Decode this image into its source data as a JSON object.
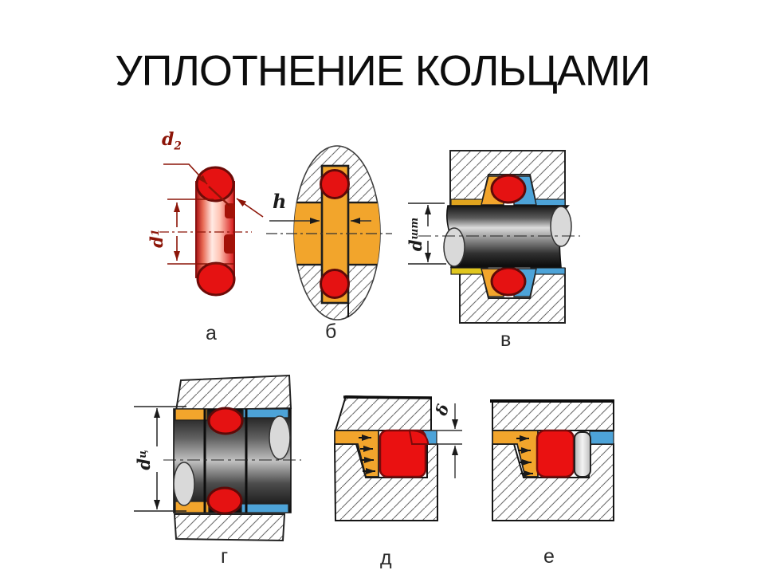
{
  "slide": {
    "title": "УПЛОТНЕНИЕ КОЛЬЦАМИ"
  },
  "figures": {
    "a": {
      "label": "а",
      "meaning": "o-ring free cross-section"
    },
    "b": {
      "label": "б",
      "meaning": "o-ring mounted in groove"
    },
    "v": {
      "label": "в",
      "meaning": "rod seal"
    },
    "g": {
      "label": "г",
      "meaning": "piston seal"
    },
    "d": {
      "label": "д",
      "meaning": "seal under pressure, clearance gap"
    },
    "e": {
      "label": "е",
      "meaning": "seal with backup ring"
    }
  },
  "dims": {
    "d2": {
      "base": "d",
      "sub": "2"
    },
    "d1": {
      "base": "d",
      "sub": "1"
    },
    "h": {
      "base": "h",
      "sub": ""
    },
    "d_sht": {
      "base": "d",
      "sub": "шт"
    },
    "d_c": {
      "base": "d",
      "sub": "ц"
    },
    "delta": {
      "base": "δ",
      "sub": ""
    }
  },
  "colors": {
    "seal_red": "#e51212",
    "fluid_orange": "#f2a52c",
    "clearance_blue": "#4da3d8",
    "dimension_dark_red": "#8c1508",
    "backup_ring_gray": "#d9d9d9",
    "ink": "#1c1c1c"
  }
}
